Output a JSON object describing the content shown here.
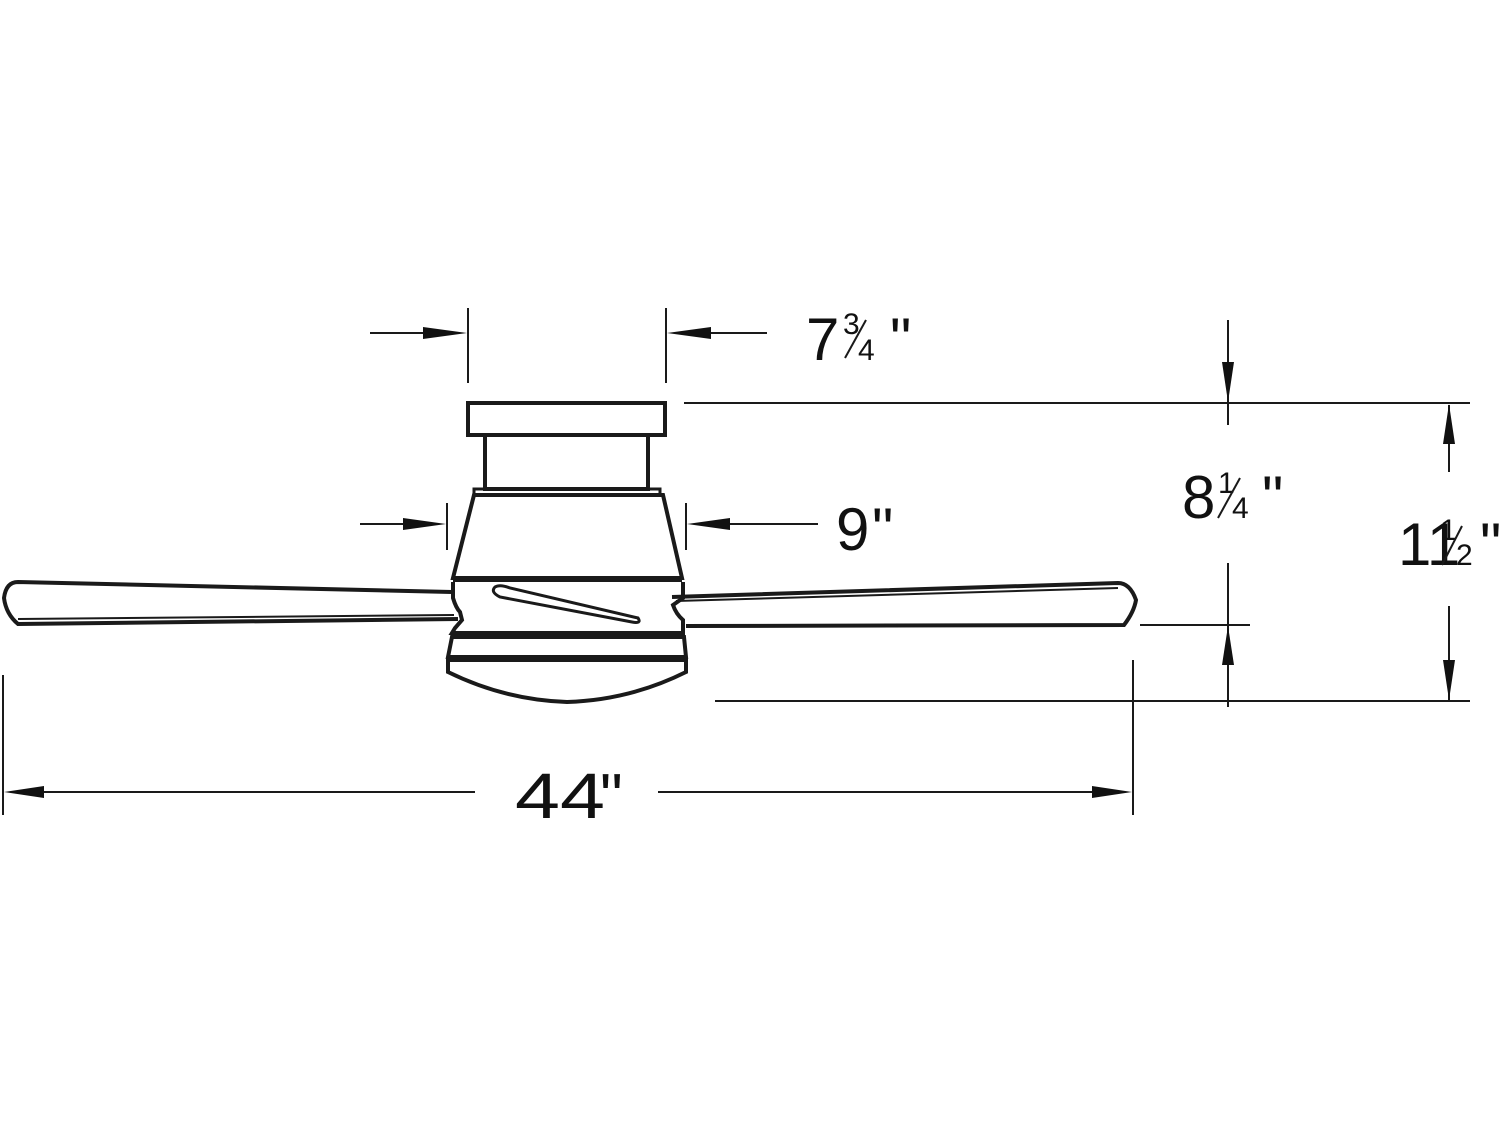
{
  "figure": {
    "subject": "ceiling fan side-profile dimension drawing",
    "line_color": "#1a1a1a",
    "background": "#ffffff"
  },
  "dimensions": {
    "canopy_width": {
      "whole": "7",
      "num": "3",
      "den": "4",
      "unit": "\"",
      "label": "7¾\""
    },
    "motor_width": {
      "whole": "9",
      "unit": "\"",
      "label": "9\""
    },
    "ceiling_to_blade": {
      "whole": "8",
      "num": "1",
      "den": "4",
      "unit": "\"",
      "label": "8¼\""
    },
    "overall_height": {
      "whole": "11",
      "num": "1",
      "den": "2",
      "unit": "\"",
      "label": "11½\""
    },
    "blade_span": {
      "whole": "44",
      "unit": "\"",
      "label": "44\""
    }
  }
}
